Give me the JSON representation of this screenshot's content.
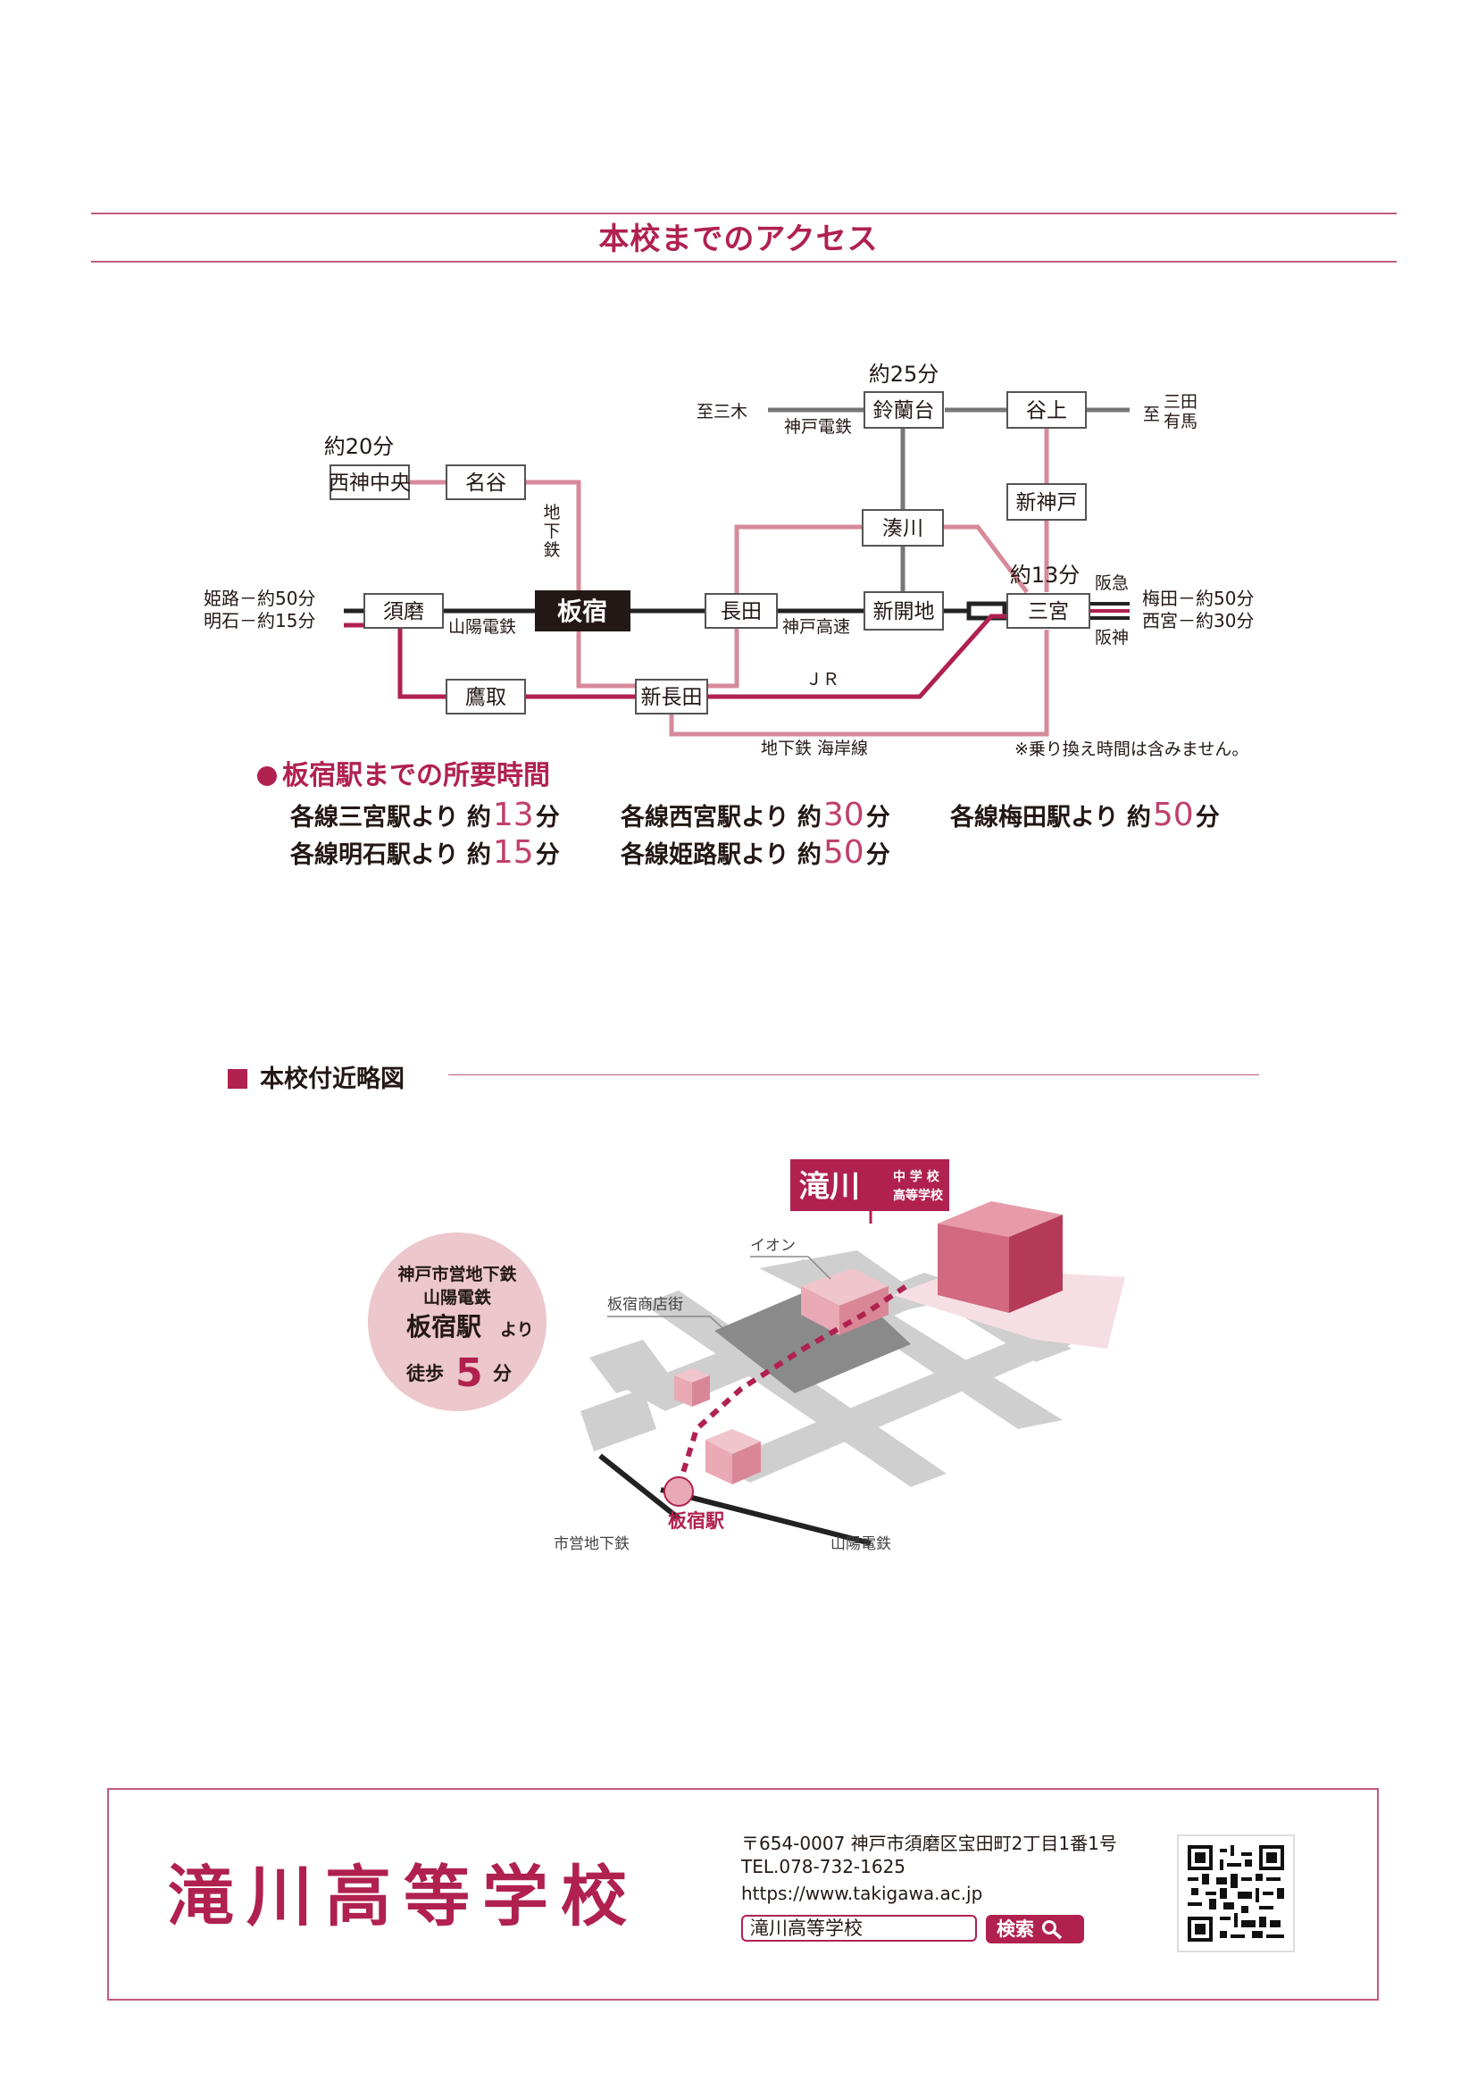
{
  "header": {
    "title": "本校までのアクセス"
  },
  "route_map": {
    "stations": {
      "nishikamichuo": "西神中央",
      "myodani": "名谷",
      "suma": "須磨",
      "itayado": "板宿",
      "nagata": "長田",
      "shinkaichi": "新開地",
      "sannomiya": "三宮",
      "takatori": "鷹取",
      "shinnagata": "新長田",
      "minatogawa": "湊川",
      "suzurandai": "鈴蘭台",
      "tanigami": "谷上",
      "shinkobe": "新神戸"
    },
    "times": {
      "nishikamichuo": "約20分",
      "suzurandai": "約25分",
      "sannomiya": "約13分"
    },
    "lines": {
      "subway_1": "地",
      "subway_2": "下",
      "subway_3": "鉄",
      "sanyo": "山陽電鉄",
      "kobe_kosoku": "神戸高速",
      "jr": "ＪＲ",
      "kaigan": "地下鉄 海岸線",
      "kobe_dentetsu": "神戸電鉄",
      "hankyu": "阪急",
      "hanshin": "阪神"
    },
    "ends": {
      "miki": "至三木",
      "sanda_prefix": "至",
      "sanda": "三田",
      "arima": "有馬",
      "himeji": "姫路－約50分",
      "akashi": "明石－約15分",
      "umeda": "梅田－約50分",
      "nishinomiya": "西宮－約30分"
    },
    "note": "※乗り換え時間は含みません。"
  },
  "travel_times": {
    "heading": "板宿駅までの所要時間",
    "rows": [
      {
        "label": "各線三宮駅より",
        "prefix": "約",
        "num": "13",
        "unit": "分"
      },
      {
        "label": "各線西宮駅より",
        "prefix": "約",
        "num": "30",
        "unit": "分"
      },
      {
        "label": "各線梅田駅より",
        "prefix": "約",
        "num": "50",
        "unit": "分"
      },
      {
        "label": "各線明石駅より",
        "prefix": "約",
        "num": "15",
        "unit": "分"
      },
      {
        "label": "各線姫路駅より",
        "prefix": "約",
        "num": "50",
        "unit": "分"
      }
    ]
  },
  "nearby_map": {
    "heading": "本校付近略図",
    "badge": {
      "line1": "神戸市営地下鉄",
      "line2": "山陽電鉄",
      "station": "板宿駅",
      "yori": "より",
      "walk": "徒歩",
      "num": "5",
      "unit": "分"
    },
    "school_sign": {
      "name": "滝川",
      "line1": "中 学 校",
      "line2": "高等学校"
    },
    "labels": {
      "aeon": "イオン",
      "shotengai": "板宿商店街",
      "station": "板宿駅",
      "subway": "市営地下鉄",
      "sanyo": "山陽電鉄"
    }
  },
  "footer": {
    "school_name": "滝川高等学校",
    "postal": "〒654-0007 神戸市須磨区宝田町2丁目1番1号",
    "tel": "TEL.078-732-1625",
    "url": "https://www.takigawa.ac.jp",
    "search_text": "滝川高等学校",
    "search_button": "検索"
  },
  "colors": {
    "accent": "#b0214f",
    "line_pink": "#d68a9a",
    "line_gray": "#777777",
    "rule": "#c35a7a"
  }
}
